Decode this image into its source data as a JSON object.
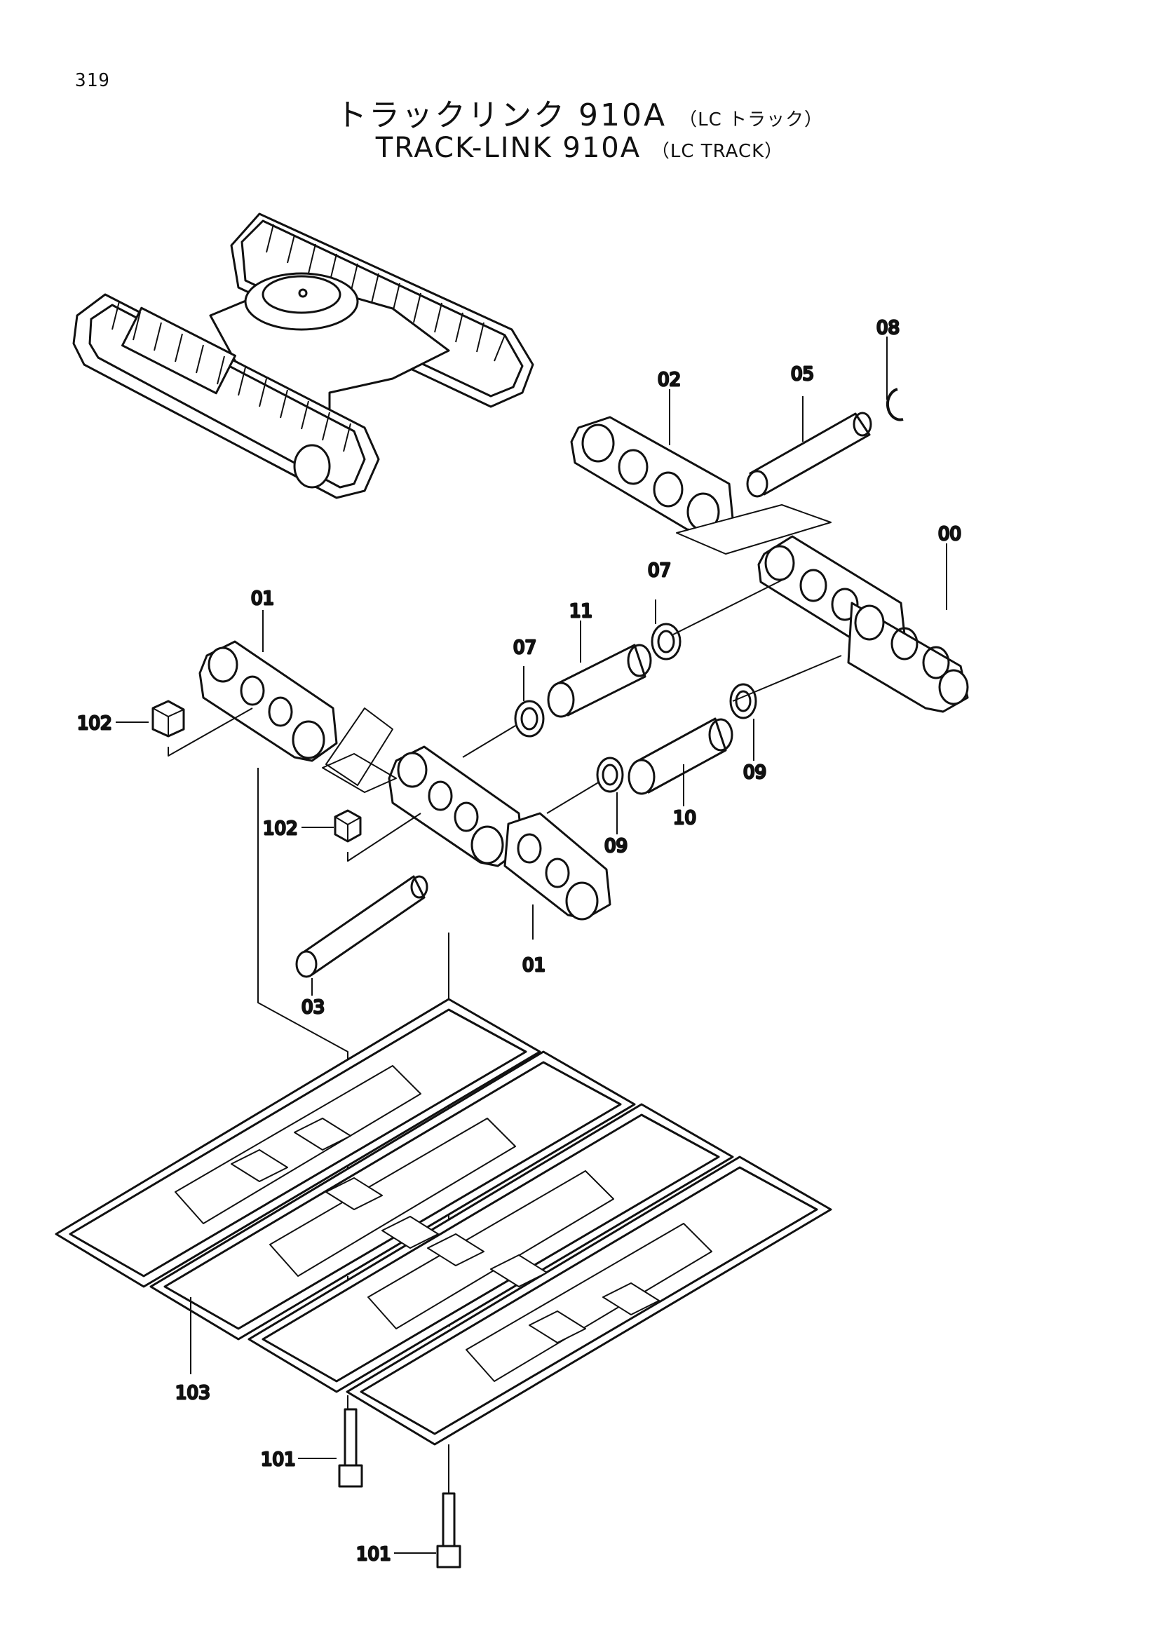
{
  "page_number": "319",
  "title_jp": {
    "main": "トラックリンク 910A",
    "sub": "（LC トラック）"
  },
  "title_en": {
    "main": "TRACK-LINK 910A",
    "sub": "（LC TRACK）"
  },
  "callouts": {
    "p00": "00",
    "p01a": "01",
    "p01b": "01",
    "p02": "02",
    "p03": "03",
    "p05": "05",
    "p07a": "07",
    "p07b": "07",
    "p08": "08",
    "p09a": "09",
    "p09b": "09",
    "p10": "10",
    "p11": "11",
    "p101a": "101",
    "p101b": "101",
    "p102a": "102",
    "p102b": "102",
    "p103": "103"
  }
}
